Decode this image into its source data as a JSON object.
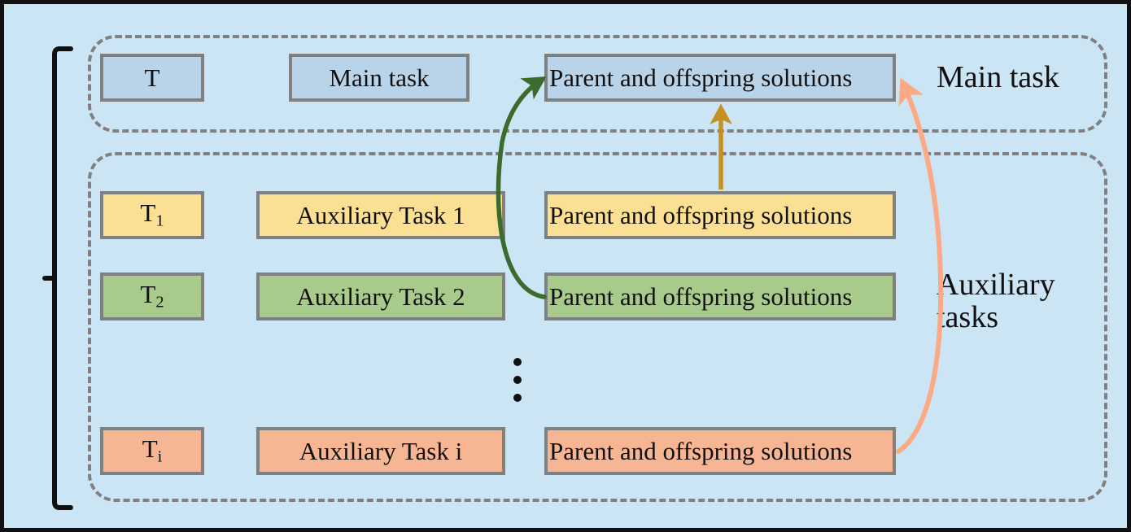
{
  "diagram": {
    "title": "Multitask evolutionary framework: main task and auxiliary tasks",
    "background_color": "#cce5f4",
    "border_color": "#111111",
    "group_border_color": "#808080",
    "box_border_color": "#808080"
  },
  "groups": [
    {
      "id": "main",
      "label": "Main task"
    },
    {
      "id": "auxiliary",
      "label": "Auxiliary\ntasks"
    }
  ],
  "side_labels": {
    "main": "Main task",
    "auxiliary_line1": "Auxiliary",
    "auxiliary_line2": "tasks"
  },
  "rows": [
    {
      "id": "main-task",
      "group": "main",
      "color": "#b9d3e9",
      "symbol": "T",
      "symbol_sub": "",
      "name": "Main task",
      "solutions": "Parent and offspring solutions"
    },
    {
      "id": "aux-1",
      "group": "auxiliary",
      "color": "#fbdf92",
      "symbol": "T",
      "symbol_sub": "1",
      "name": "Auxiliary Task 1",
      "solutions": "Parent and offspring solutions"
    },
    {
      "id": "aux-2",
      "group": "auxiliary",
      "color": "#a8cb8c",
      "symbol": "T",
      "symbol_sub": "2",
      "name": "Auxiliary Task 2",
      "solutions": "Parent and offspring solutions"
    },
    {
      "id": "aux-i",
      "group": "auxiliary",
      "color": "#f6b693",
      "symbol": "T",
      "symbol_sub": "i",
      "name": "Auxiliary Task i",
      "solutions": "Parent and offspring solutions"
    }
  ],
  "ellipsis": "⋮",
  "arrows": [
    {
      "id": "green-arrow",
      "color": "#3d6b2e",
      "from": "aux-2-solutions",
      "to": "main-task-solutions",
      "style": "curved"
    },
    {
      "id": "gold-arrow",
      "color": "#c4901f",
      "from": "aux-1-solutions",
      "to": "main-task-solutions",
      "style": "straight"
    },
    {
      "id": "salmon-arrow",
      "color": "#fbaa85",
      "from": "aux-i-solutions",
      "to": "main-task-solutions",
      "style": "curved"
    }
  ],
  "bracket": {
    "id": "left-bracket",
    "color": "#101010"
  }
}
